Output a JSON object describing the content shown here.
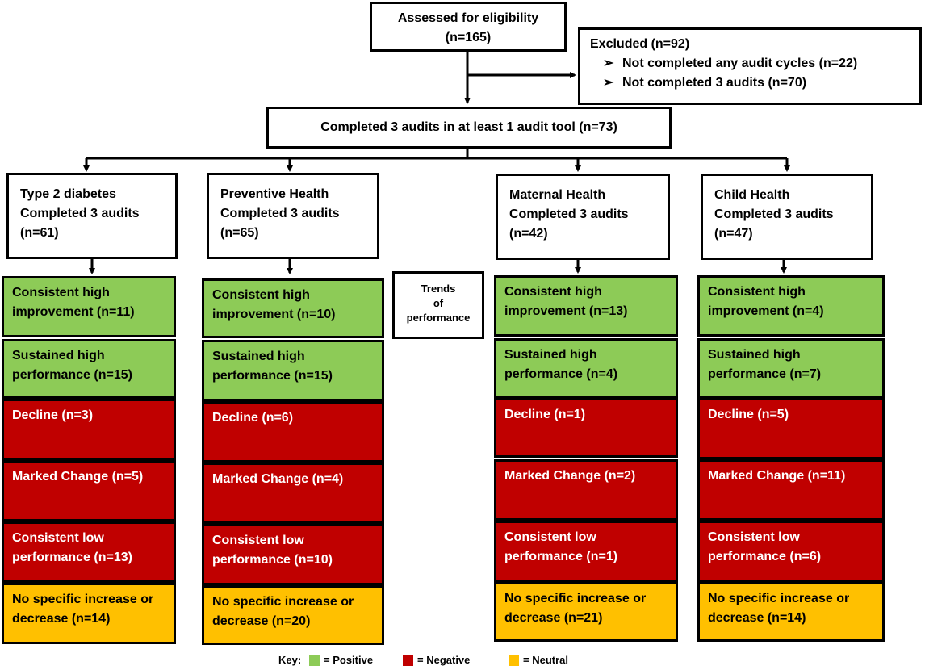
{
  "eligibility": {
    "line1": "Assessed for eligibility",
    "line2": "(n=165)"
  },
  "excluded": {
    "title": "Excluded (n=92)",
    "items": [
      "Not completed any audit cycles (n=22)",
      "Not completed 3 audits (n=70)"
    ],
    "bullet": "➢"
  },
  "completed": "Completed 3 audits in at least 1 audit tool (n=73)",
  "trends_label": {
    "line1": "Trends",
    "line2": "of",
    "line3": "performance"
  },
  "tools": [
    {
      "name": "Type 2 diabetes",
      "sub": "Completed 3 audits",
      "n": "(n=61)",
      "trends": [
        {
          "l1": "Consistent high",
          "l2": "improvement (n=11)"
        },
        {
          "l1": "Sustained high",
          "l2": "performance (n=15)"
        },
        {
          "l1": "Decline (n=3)",
          "l2": ""
        },
        {
          "l1": "Marked Change (n=5)",
          "l2": ""
        },
        {
          "l1": "Consistent low",
          "l2": "performance (n=13)"
        },
        {
          "l1": "No specific increase or",
          "l2": "decrease (n=14)"
        }
      ]
    },
    {
      "name": "Preventive Health",
      "sub": "Completed 3 audits",
      "n": "(n=65)",
      "trends": [
        {
          "l1": "Consistent high",
          "l2": "improvement (n=10)"
        },
        {
          "l1": "Sustained high",
          "l2": "performance (n=15)"
        },
        {
          "l1": "Decline (n=6)",
          "l2": ""
        },
        {
          "l1": "Marked Change (n=4)",
          "l2": ""
        },
        {
          "l1": "Consistent low",
          "l2": "performance (n=10)"
        },
        {
          "l1": "No specific increase or",
          "l2": "decrease (n=20)"
        }
      ]
    },
    {
      "name": "Maternal Health",
      "sub": "Completed 3 audits",
      "n": "(n=42)",
      "trends": [
        {
          "l1": "Consistent high",
          "l2": "improvement (n=13)"
        },
        {
          "l1": "Sustained high",
          "l2": "performance (n=4)"
        },
        {
          "l1": "Decline (n=1)",
          "l2": ""
        },
        {
          "l1": "Marked Change (n=2)",
          "l2": ""
        },
        {
          "l1": "Consistent low",
          "l2": "performance (n=1)"
        },
        {
          "l1": "No specific increase or",
          "l2": "decrease (n=21)"
        }
      ]
    },
    {
      "name": "Child Health",
      "sub": "Completed 3 audits",
      "n": "(n=47)",
      "trends": [
        {
          "l1": "Consistent high",
          "l2": "improvement (n=4)"
        },
        {
          "l1": "Sustained high",
          "l2": "performance (n=7)"
        },
        {
          "l1": "Decline (n=5)",
          "l2": ""
        },
        {
          "l1": "Marked Change (n=11)",
          "l2": ""
        },
        {
          "l1": "Consistent low",
          "l2": "performance (n=6)"
        },
        {
          "l1": "No specific increase or",
          "l2": "decrease (n=14)"
        }
      ]
    }
  ],
  "key": {
    "label": "Key:",
    "positive": "= Positive",
    "negative": "= Negative",
    "neutral": "= Neutral"
  },
  "colors": {
    "positive": "#8dcb57",
    "negative": "#c00000",
    "neutral": "#ffc000"
  }
}
